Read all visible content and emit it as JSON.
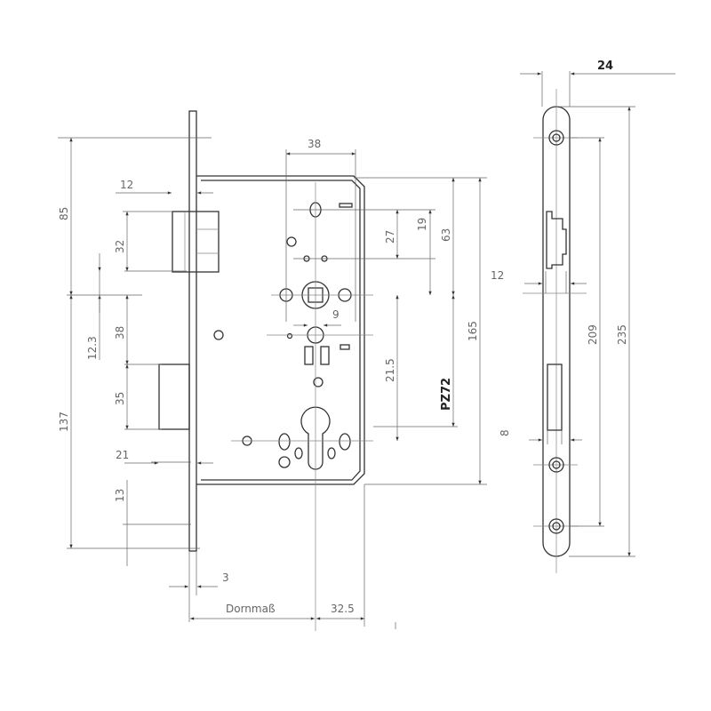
{
  "drawing": {
    "lock_body": {
      "dimensions": {
        "backset_label": "Dornmaß",
        "d85": "85",
        "d137": "137",
        "d12_latch": "12",
        "d32": "32",
        "d12_3": "12.3",
        "d38_left": "38",
        "d35": "35",
        "d21": "21",
        "d13": "13",
        "d3": "3",
        "d32_5": "32.5",
        "d38_top": "38",
        "d27": "27",
        "d19": "19",
        "d63": "63",
        "d9": "9",
        "d21_5": "21.5",
        "pz": "PZ72",
        "d165": "165"
      }
    },
    "strike_plate": {
      "dimensions": {
        "d24": "24",
        "d12": "12",
        "d8": "8",
        "d209": "209",
        "d235": "235"
      }
    }
  }
}
